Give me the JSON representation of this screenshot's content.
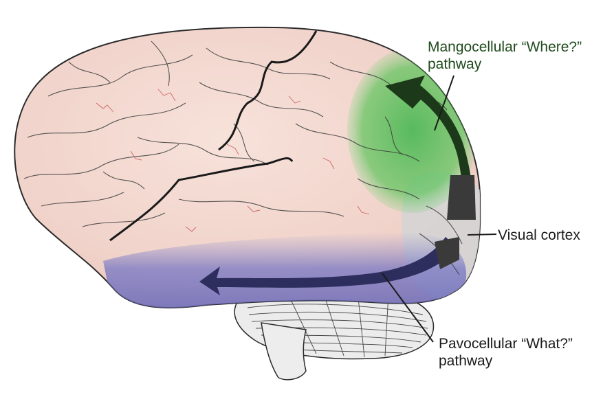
{
  "labels": {
    "where_line1": "Mangocellular “Where?”",
    "where_line2": "pathway",
    "what_line1": "Pavocellular “What?”",
    "what_line2": "pathway",
    "visual_cortex": "Visual cortex"
  },
  "colors": {
    "brain_fill": "#f2d9d2",
    "dorsal_region": "#5cc45a",
    "ventral_region": "#6f6fbf",
    "visual_cortex_region": "#d6d6d6",
    "dorsal_arrow": "#1c3a1a",
    "ventral_arrow": "#2e2e5e",
    "visual_arrow_base": "#3a3a3a",
    "label_green": "#1f4a1c",
    "outline": "#2b2b2b",
    "vessel": "#c0303a"
  }
}
